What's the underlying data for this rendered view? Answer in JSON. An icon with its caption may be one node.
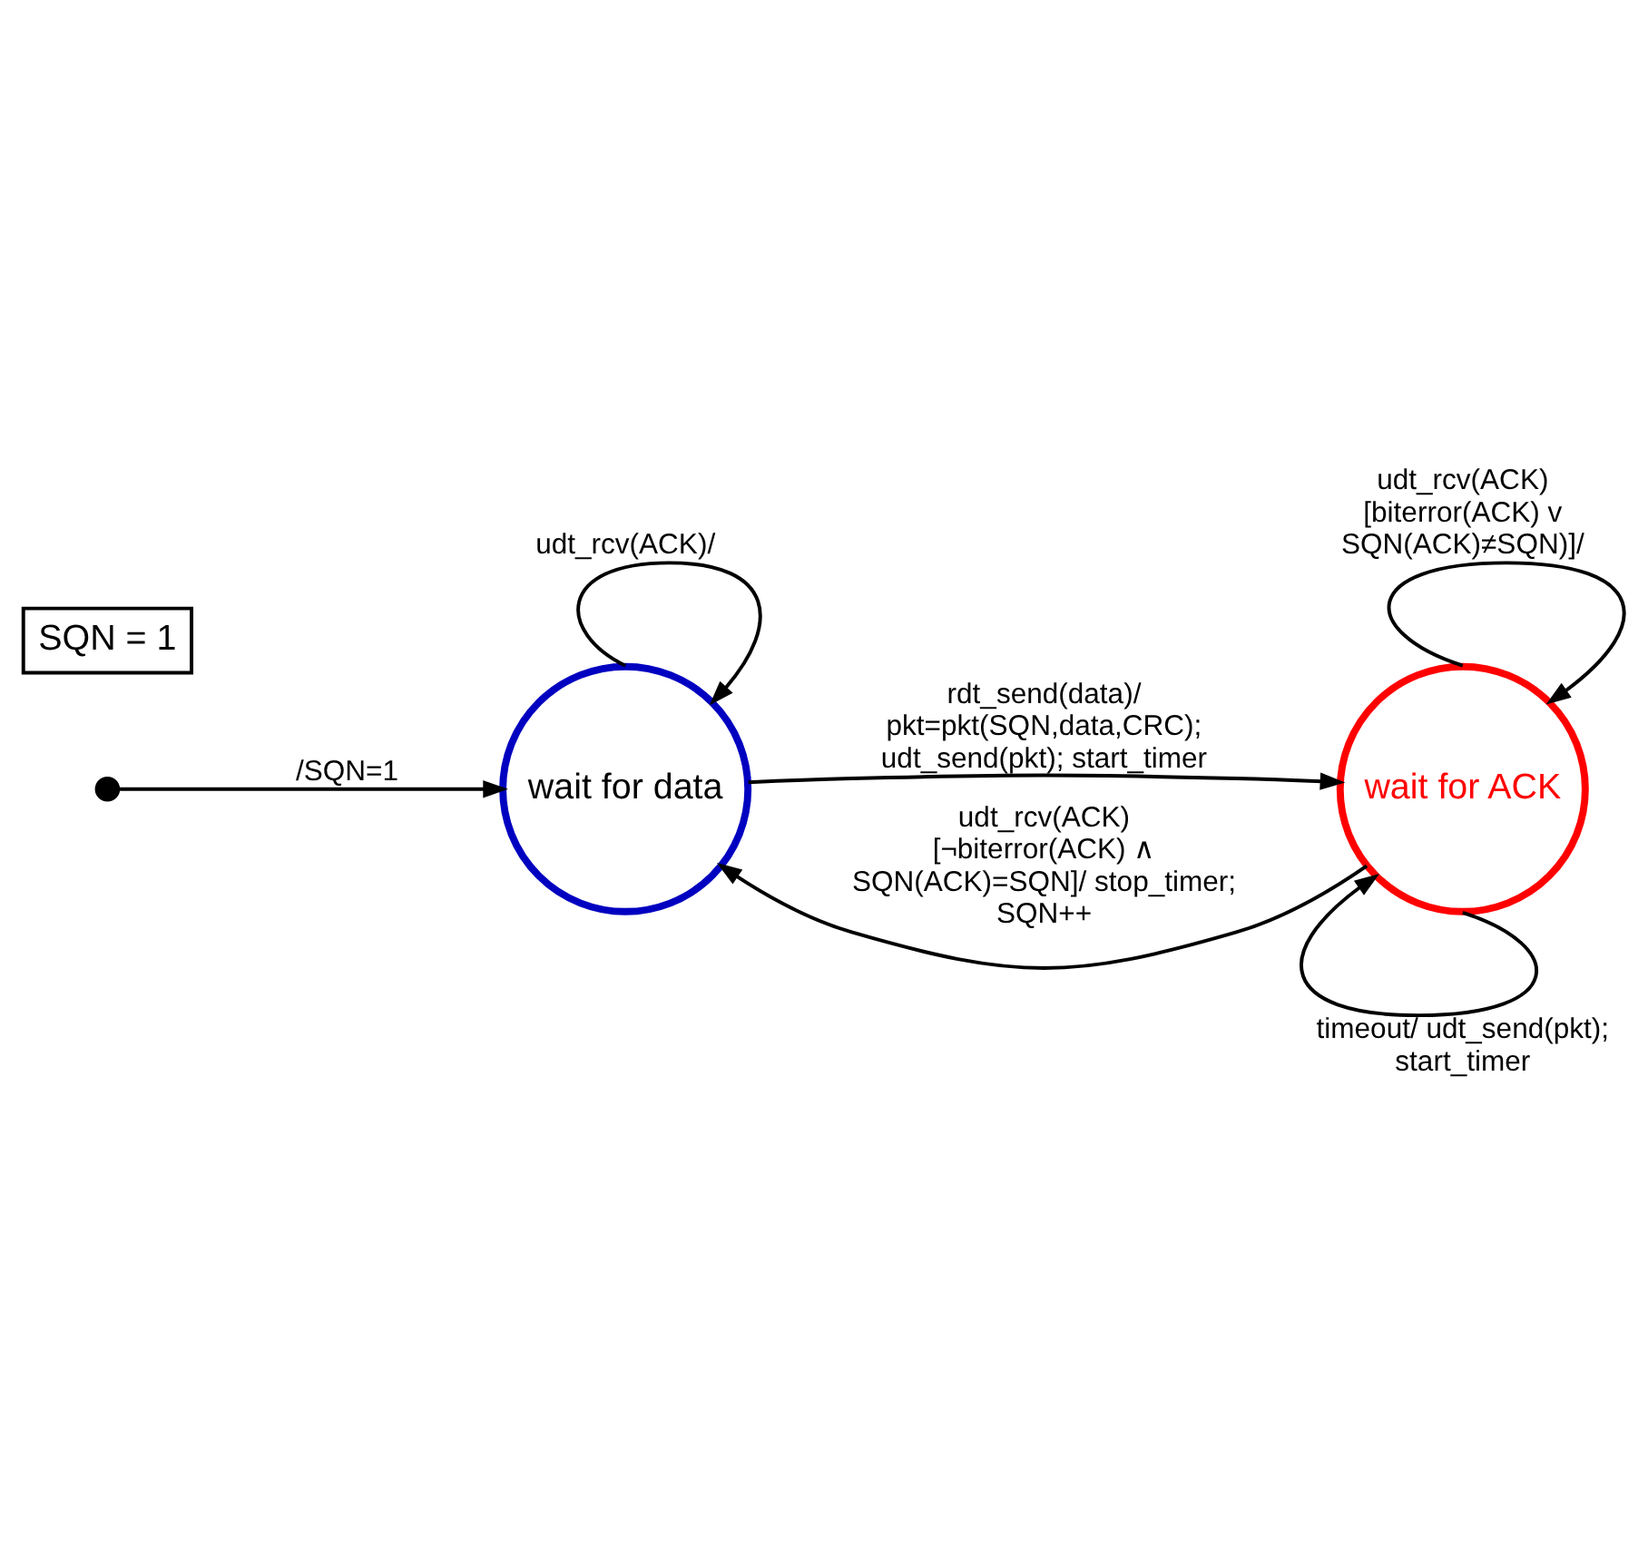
{
  "diagram": {
    "nodes": [
      {
        "text": [],
        "shape": "circle"
      },
      {
        "text": [
          "wait for data"
        ]
      },
      {
        "text": [
          "wait for ACK"
        ]
      },
      {
        "text": [
          "SQN = 1"
        ]
      }
    ],
    "edges": [
      {
        "from": 0,
        "to": 1,
        "arrow": "to",
        "label": "/SQN=1"
      },
      {
        "from": 1,
        "to": 2,
        "arrow": "to",
        "label": "rdt_send(data)/ pkt=pkt(SQN,data,CRC); udt_send(pkt); start_timer"
      },
      {
        "from": 2,
        "to": 2,
        "arrow": "to",
        "label": "udt_rcv(ACK) [biterror(ACK) v SQN(ACK)≠SQN)]/"
      },
      {
        "from": 2,
        "to": 2,
        "arrow": "to",
        "label": "timeout/ udt_send(pkt); start_timer"
      },
      {
        "from": 2,
        "to": 1,
        "arrow": "to",
        "label": "udt_rcv(ACK) [¬biterror(ACK) ∧ SQN(ACK)=SQN]/ stop_timer; SQN++"
      },
      {
        "from": 1,
        "to": 1,
        "arrow": "to",
        "label": "udt_rcv(ACK)/"
      }
    ]
  }
}
